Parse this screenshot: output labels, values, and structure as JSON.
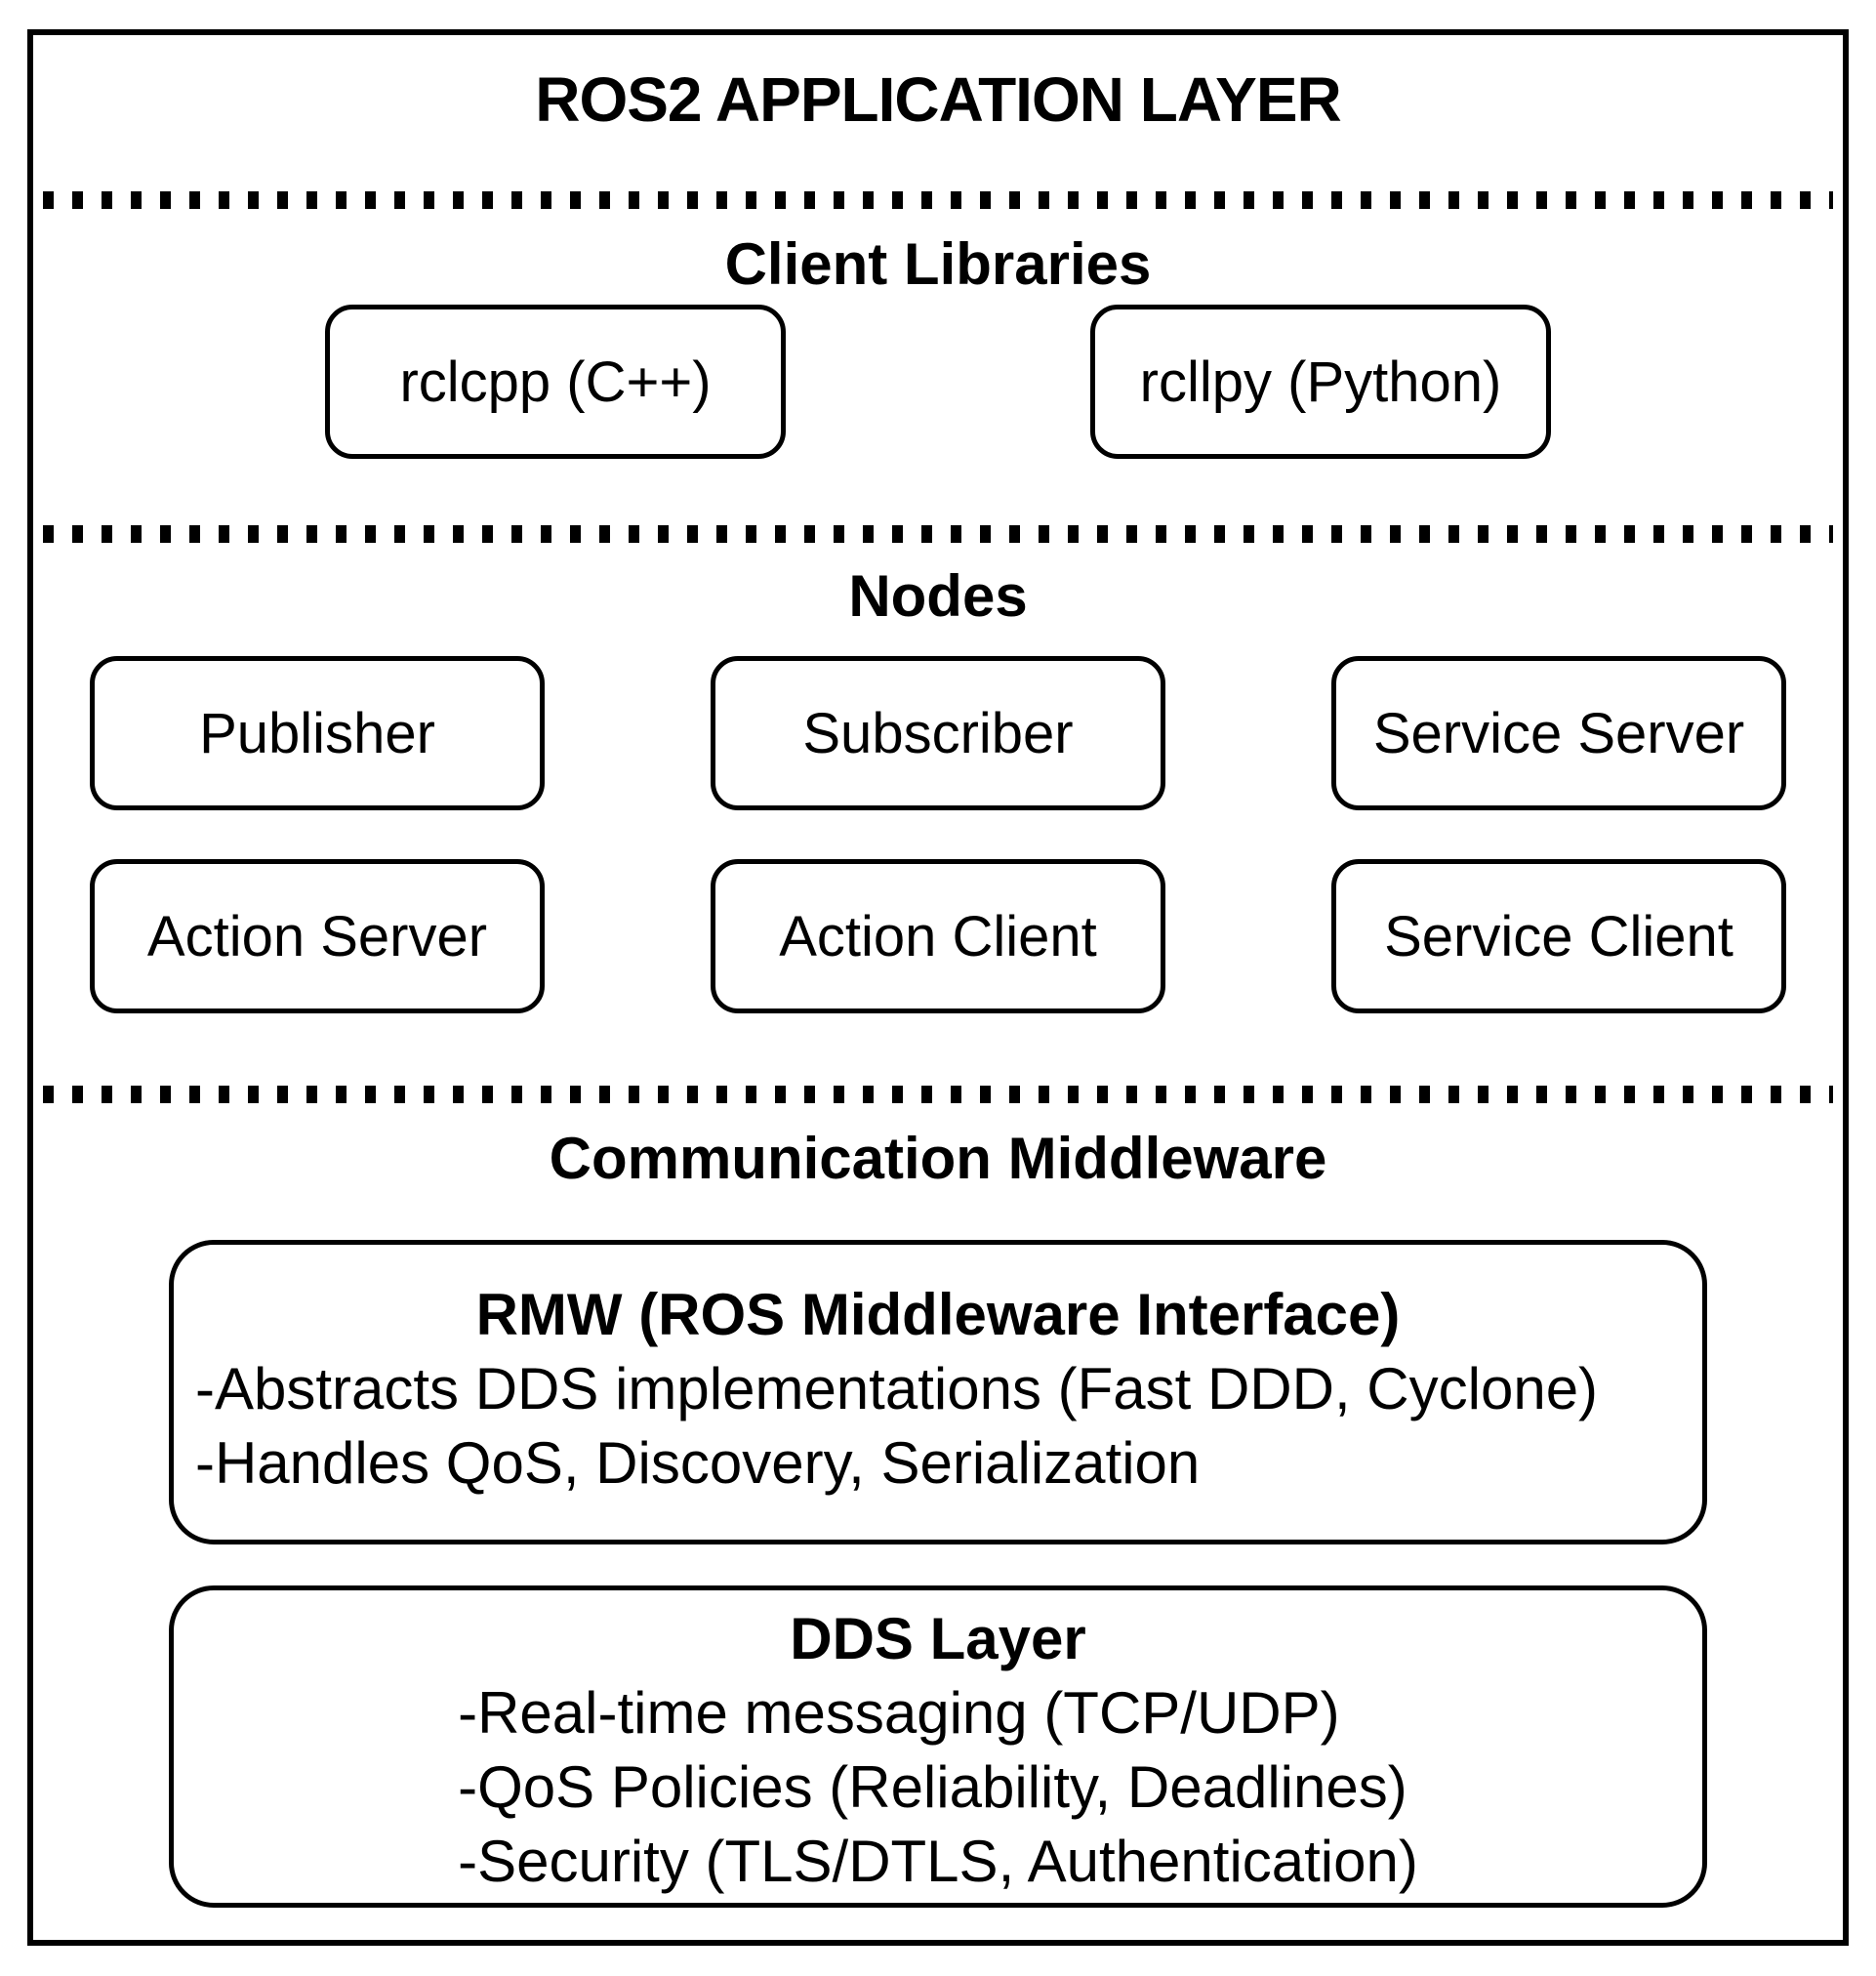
{
  "title": "ROS2 APPLICATION LAYER",
  "colors": {
    "ink": "#000000",
    "background": "#ffffff"
  },
  "sections": {
    "client_libraries": {
      "header": "Client Libraries",
      "boxes": [
        "rclcpp (C++)",
        "rcllpy (Python)"
      ]
    },
    "nodes": {
      "header": "Nodes",
      "boxes": [
        "Publisher",
        "Subscriber",
        "Service Server",
        "Action Server",
        "Action Client",
        "Service Client"
      ]
    },
    "middleware": {
      "header": "Communication Middleware",
      "rmw": {
        "title": "RMW (ROS Middleware Interface)",
        "bullets": [
          "-Abstracts DDS implementations (Fast DDD, Cyclone)",
          "-Handles QoS, Discovery, Serialization"
        ]
      },
      "dds": {
        "title": "DDS Layer",
        "bullets": [
          "-Real-time messaging (TCP/UDP)",
          "-QoS Policies (Reliability, Deadlines)",
          "-Security (TLS/DTLS, Authentication)"
        ]
      }
    }
  }
}
